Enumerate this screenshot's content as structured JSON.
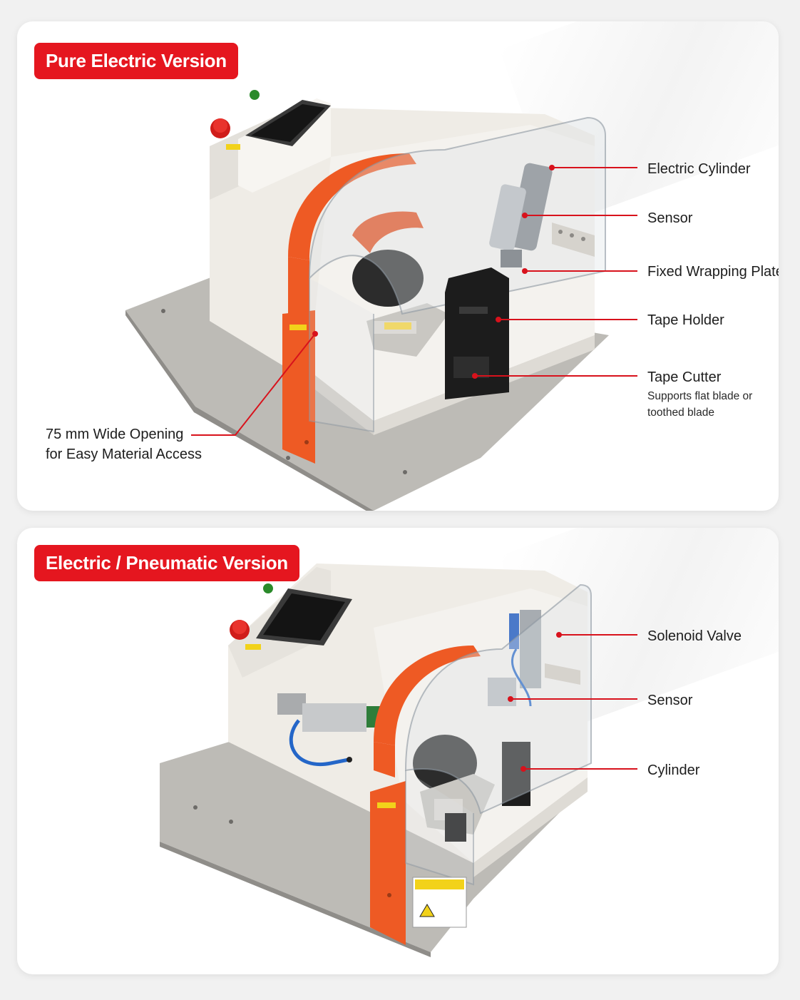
{
  "panels": [
    {
      "title": "Pure Electric Version",
      "callouts": {
        "electric_cylinder": "Electric Cylinder",
        "sensor": "Sensor",
        "fixed_wrapping_plate": "Fixed Wrapping Plate",
        "tape_holder": "Tape Holder",
        "tape_cutter": "Tape Cutter",
        "tape_cutter_note_line1": "Supports flat blade or",
        "tape_cutter_note_line2": "toothed blade",
        "opening_line1": "75 mm Wide Opening",
        "opening_line2": "for Easy Material Access"
      }
    },
    {
      "title": "Electric / Pneumatic Version",
      "callouts": {
        "solenoid_valve": "Solenoid Valve",
        "sensor": "Sensor",
        "cylinder": "Cylinder"
      }
    }
  ],
  "colors": {
    "accent_red": "#e5161f",
    "machine_orange": "#ee5a24",
    "machine_body": "#f3f0ea",
    "base_plate": "#b8b6b1"
  }
}
